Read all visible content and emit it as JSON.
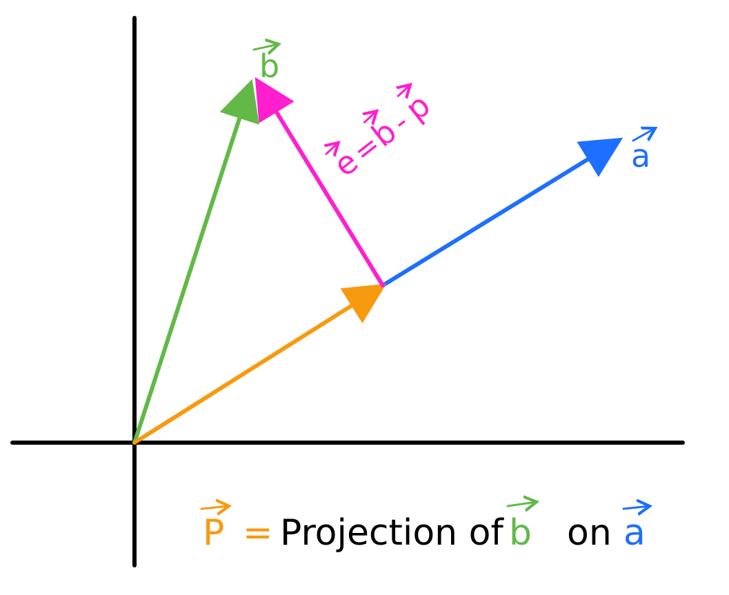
{
  "colors": {
    "axis": "#000000",
    "vector_a": "#1E6FFF",
    "vector_b": "#62B947",
    "vector_e": "#FF1FCE",
    "vector_p": "#F79A10",
    "caption_text": "#000000"
  },
  "labels": {
    "a": "a",
    "b": "b",
    "e_lhs": "e",
    "e_eq": "=",
    "e_b": "b",
    "e_minus": "-",
    "e_p": "p"
  },
  "caption": {
    "p": "P",
    "eq": "=",
    "text": "Projection of",
    "b": "b",
    "on": "on",
    "a": "a"
  }
}
